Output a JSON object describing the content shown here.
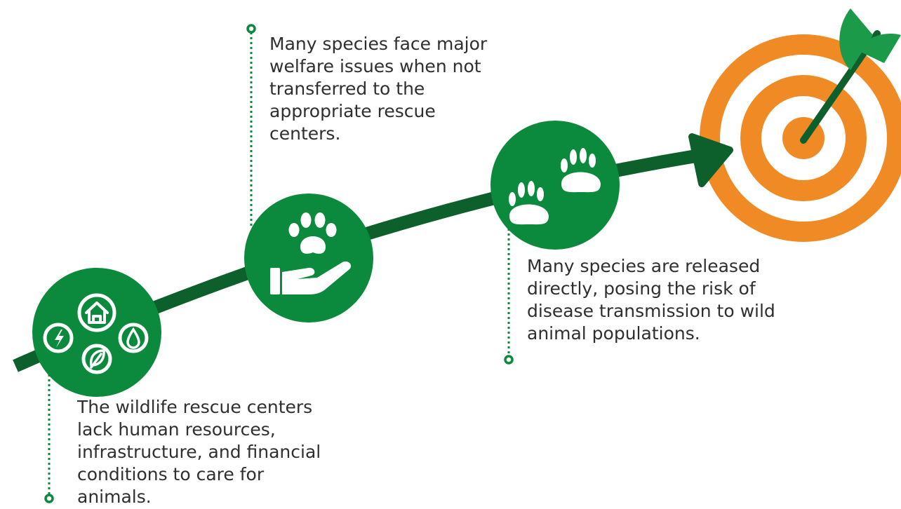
{
  "steps": [
    {
      "icon": "resources-icon",
      "text": "The wildlife rescue centers lack human resources, infrastructure, and financial conditions to care for animals."
    },
    {
      "icon": "paw-in-hand-icon",
      "text": "Many species face major welfare issues when not transferred to the appropriate rescue centers."
    },
    {
      "icon": "paw-prints-icon",
      "text": "Many species are released directly, posing the risk of disease transmission to wild animal populations."
    }
  ],
  "goal": {
    "icon": "target-icon"
  },
  "colors": {
    "green": "#0b8a3e",
    "dark_green": "#0d5f2c",
    "orange": "#f08a24",
    "leaf_green": "#1b9a4a",
    "text": "#2f2f2f"
  }
}
